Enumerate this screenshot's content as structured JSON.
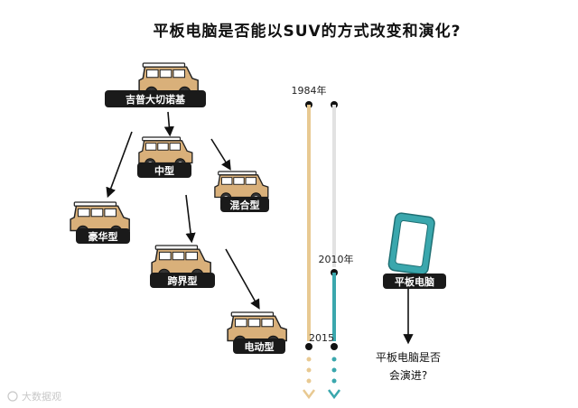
{
  "title": "平板电脑是否能以SUV的方式改变和演化?",
  "nodes": {
    "root": "吉普大切诺基",
    "mid": "中型",
    "hybrid": "混合型",
    "luxury": "豪华型",
    "crossover": "跨界型",
    "electric": "电动型",
    "tablet": "平板电脑"
  },
  "timeline": {
    "start": "1984年",
    "middle": "2010年",
    "end": "2015"
  },
  "question": {
    "line1": "平板电脑是否",
    "line2": "会演进?"
  },
  "watermark": "大数据观",
  "colors": {
    "car_body": "#d9b07a",
    "car_window": "#ffffff",
    "label_bg": "#1a1a1a",
    "timeline_tan": "#e8c992",
    "timeline_teal": "#3aa7ad",
    "timeline_gray": "#e2e2e2",
    "tablet_teal": "#3aa7ad"
  }
}
